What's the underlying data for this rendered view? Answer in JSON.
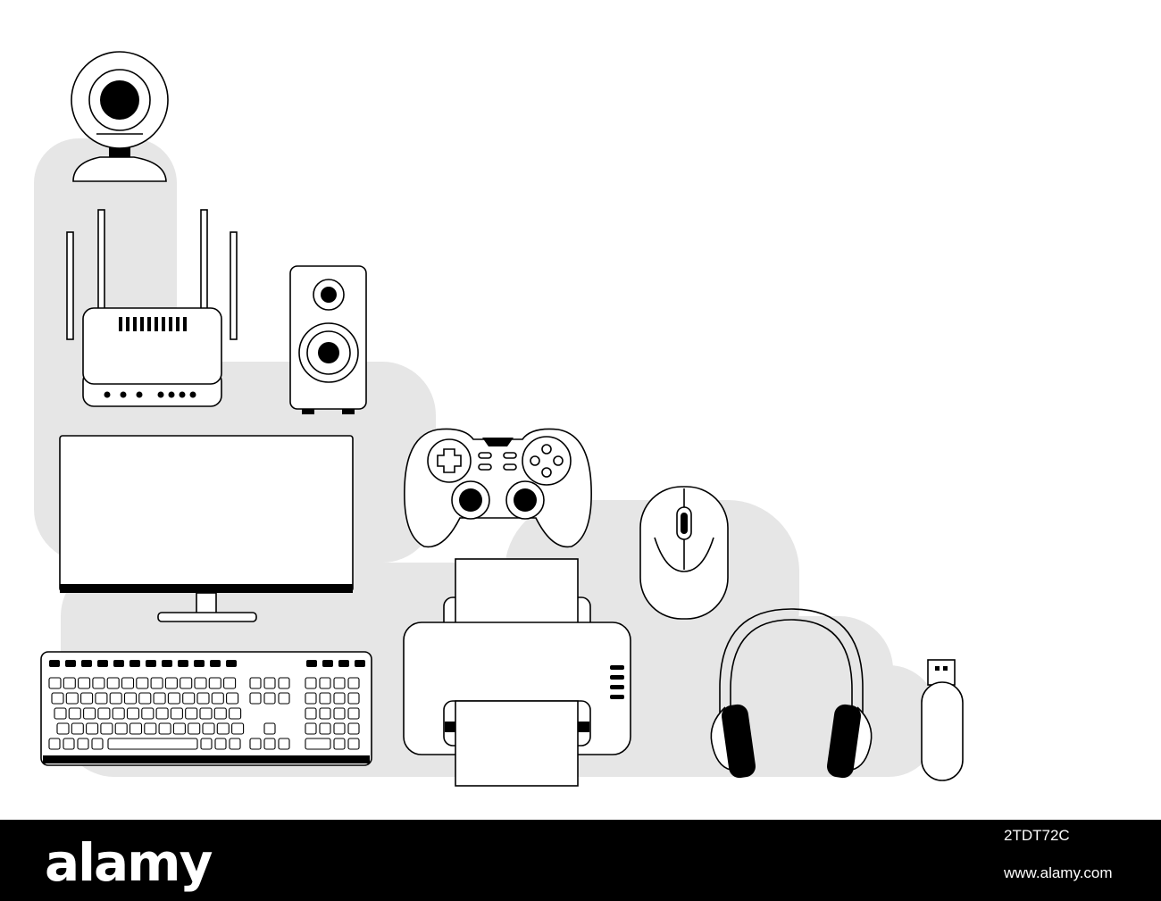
{
  "watermark": {
    "logo_text": "alamy",
    "image_id": "2TDT72C",
    "url": "www.alamy.com"
  },
  "devices": [
    "webcam-icon",
    "router-icon",
    "speaker-icon",
    "monitor-icon",
    "keyboard-icon",
    "gamepad-icon",
    "printer-icon",
    "mouse-icon",
    "headphones-icon",
    "usb-flash-drive-icon"
  ]
}
